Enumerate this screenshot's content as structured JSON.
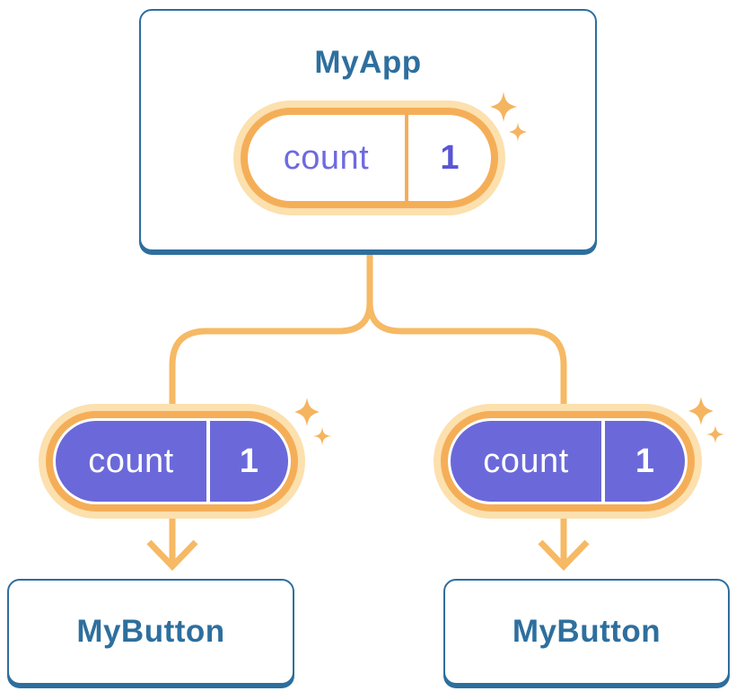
{
  "diagram": {
    "root": {
      "title": "MyApp",
      "state_pill": {
        "label": "count",
        "value": "1"
      }
    },
    "children": [
      {
        "title": "MyButton",
        "pill": {
          "label": "count",
          "value": "1"
        }
      },
      {
        "title": "MyButton",
        "pill": {
          "label": "count",
          "value": "1"
        }
      }
    ],
    "colors": {
      "card_border_blue": "#2d6e9e",
      "title_blue": "#2e6f9e",
      "connector_orange": "#f6b964",
      "pill_ring_orange": "#f5ae58",
      "pill_halo_peach": "#fce0ae",
      "pill_fill_purple": "#6b69da",
      "pill_label_purple": "#6e6be0",
      "pill_value_purple": "#5955d5",
      "sparkle_orange": "#f5b45f",
      "background": "#ffffff"
    }
  }
}
